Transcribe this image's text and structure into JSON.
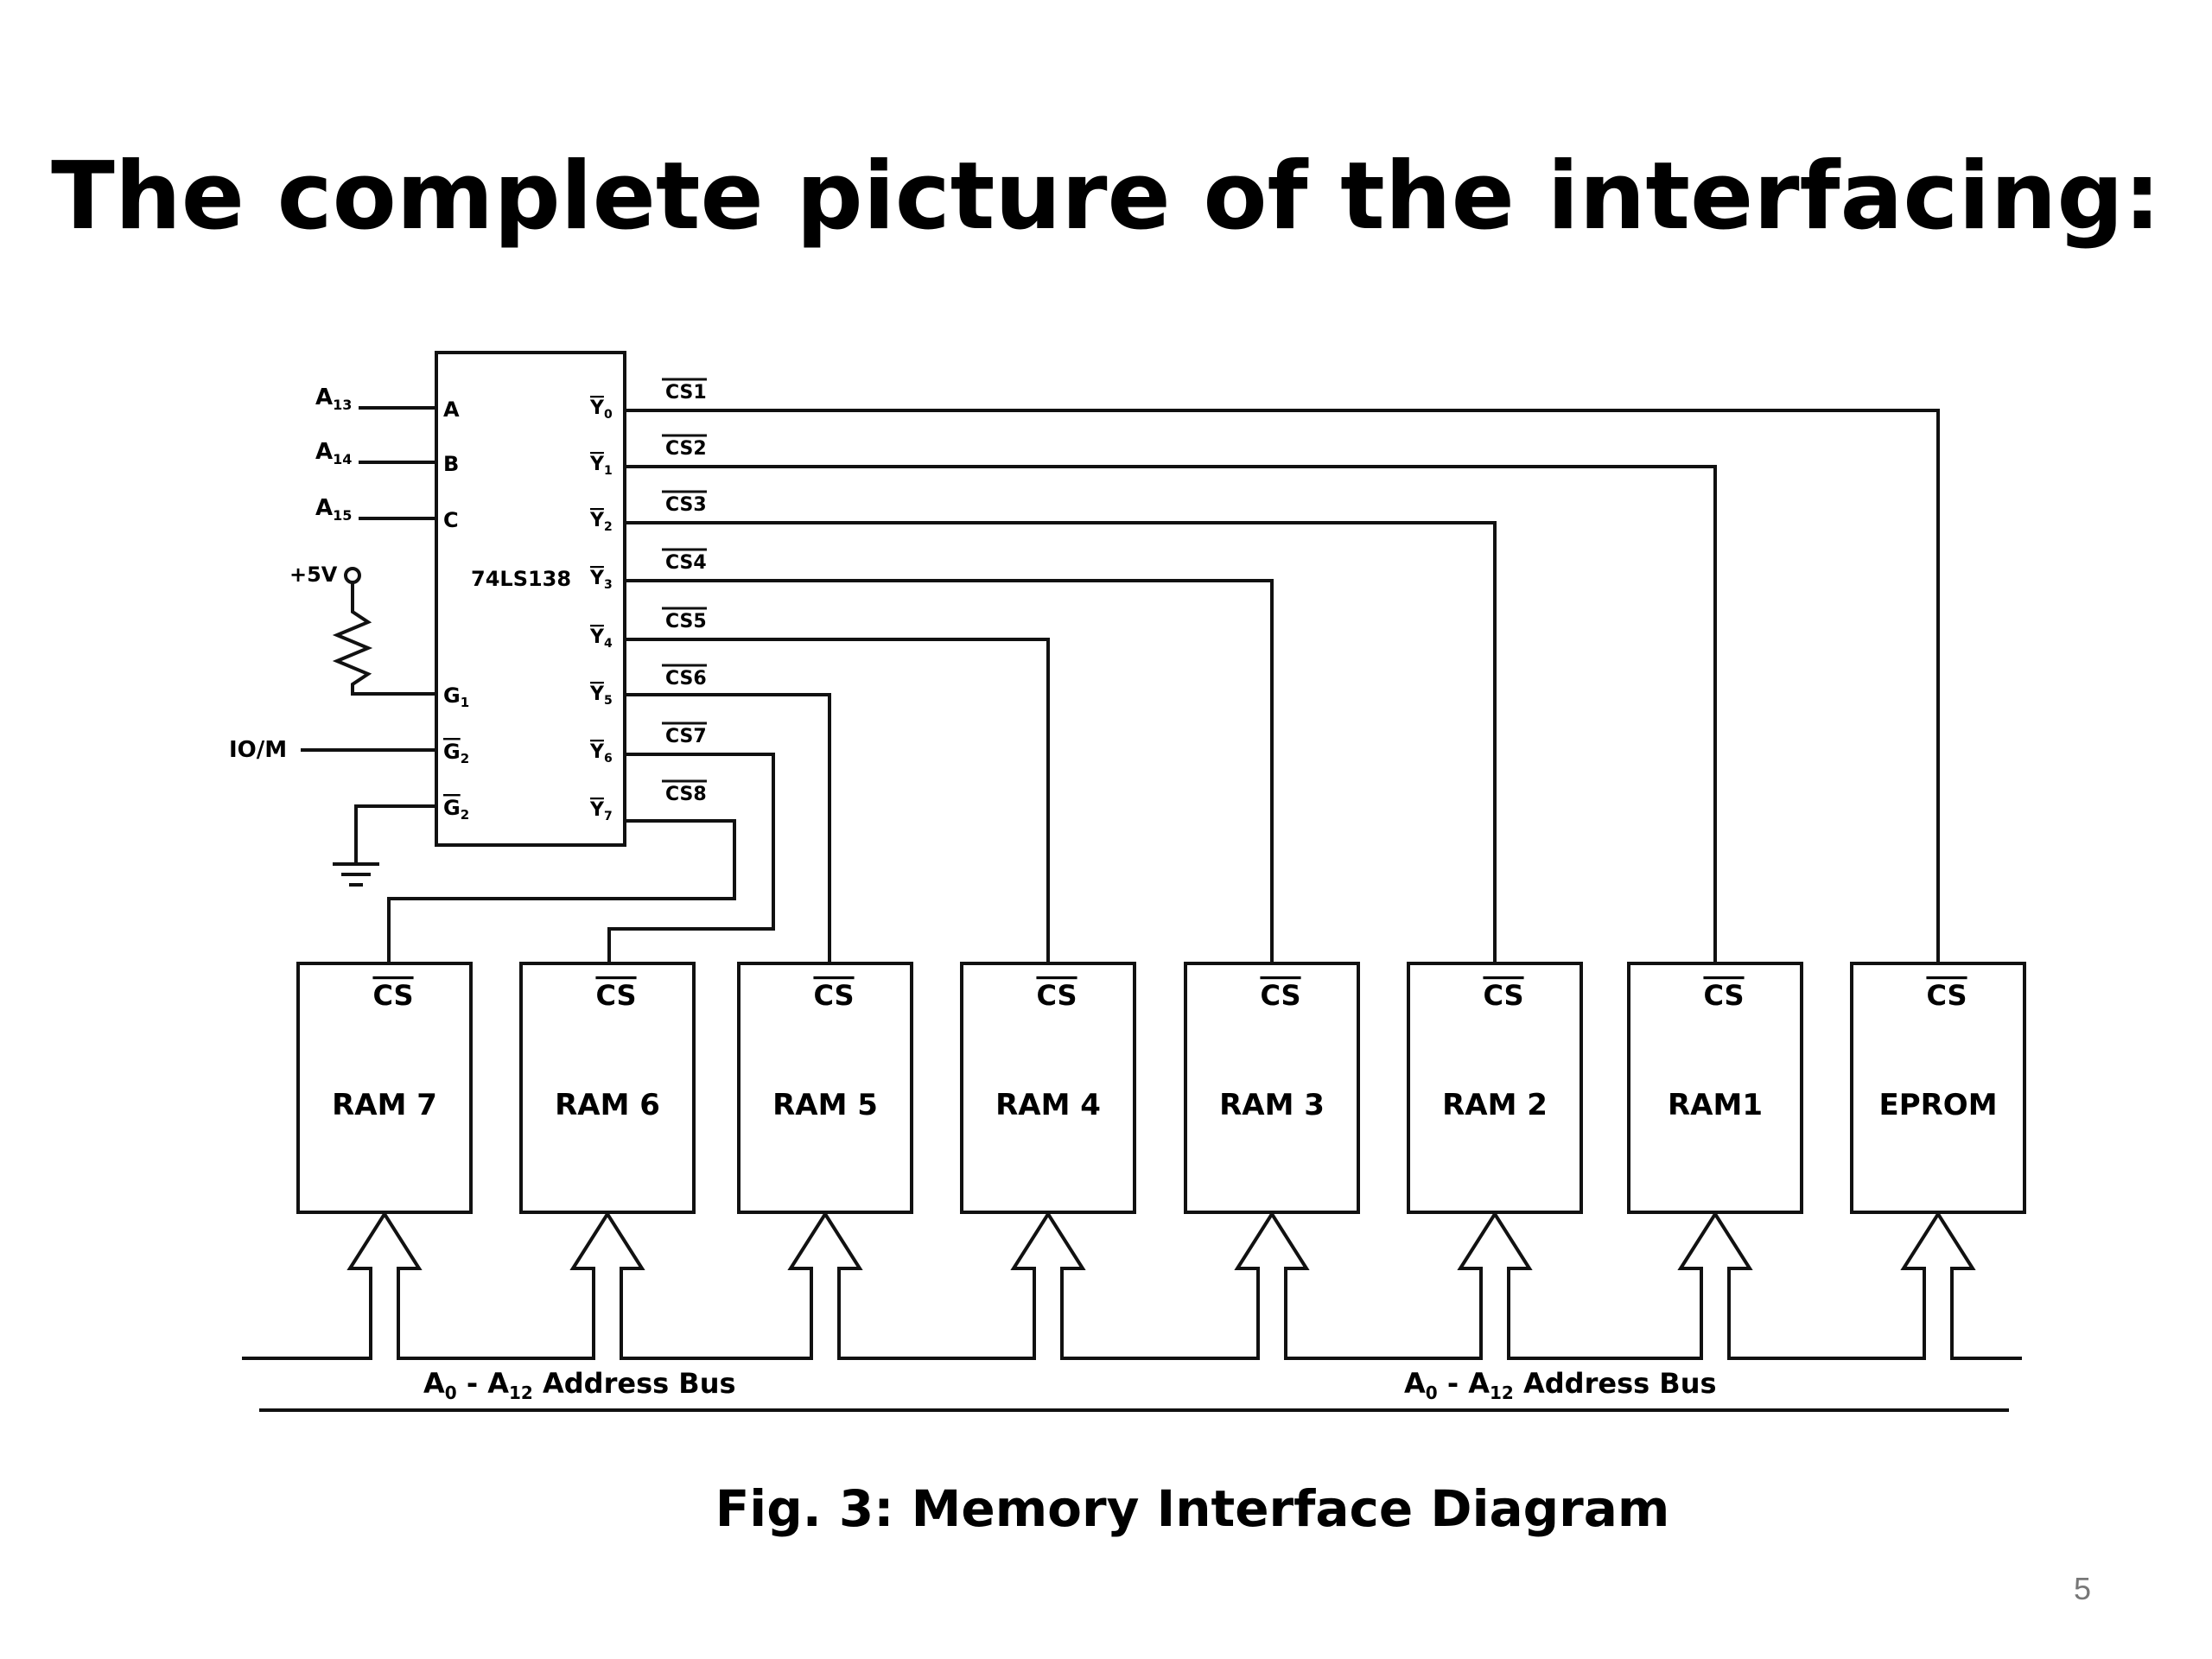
{
  "title": "The complete picture of the interfacing:",
  "caption": "Fig. 3: Memory Interface Diagram",
  "page_number": "5",
  "decoder": {
    "chip_label": "74LS138",
    "address_inputs": [
      {
        "line": "A13",
        "pin": "A"
      },
      {
        "line": "A14",
        "pin": "B"
      },
      {
        "line": "A15",
        "pin": "C"
      }
    ],
    "supply_label": "+5V",
    "iom_label": "IO/M",
    "enable_pins": [
      "G1",
      "G2A",
      "G2B"
    ],
    "outputs": [
      {
        "pin": "Y0",
        "cs": "CS1"
      },
      {
        "pin": "Y1",
        "cs": "CS2"
      },
      {
        "pin": "Y2",
        "cs": "CS3"
      },
      {
        "pin": "Y3",
        "cs": "CS4"
      },
      {
        "pin": "Y4",
        "cs": "CS5"
      },
      {
        "pin": "Y5",
        "cs": "CS6"
      },
      {
        "pin": "Y6",
        "cs": "CS7"
      },
      {
        "pin": "Y7",
        "cs": "CS8"
      }
    ]
  },
  "chips": [
    {
      "label": "RAM 7",
      "cs_label": "CS"
    },
    {
      "label": "RAM 6",
      "cs_label": "CS"
    },
    {
      "label": "RAM 5",
      "cs_label": "CS"
    },
    {
      "label": "RAM 4",
      "cs_label": "CS"
    },
    {
      "label": "RAM 3",
      "cs_label": "CS"
    },
    {
      "label": "RAM 2",
      "cs_label": "CS"
    },
    {
      "label": "RAM1",
      "cs_label": "CS"
    },
    {
      "label": "EPROM",
      "cs_label": "CS"
    }
  ],
  "bus_labels": [
    {
      "prefix": "A",
      "start_sub": "0",
      "mid": " - A",
      "end_sub": "12",
      "suffix": " Address Bus"
    },
    {
      "prefix": "A",
      "start_sub": "0",
      "mid": " - A",
      "end_sub": "12",
      "suffix": " Address Bus"
    }
  ]
}
